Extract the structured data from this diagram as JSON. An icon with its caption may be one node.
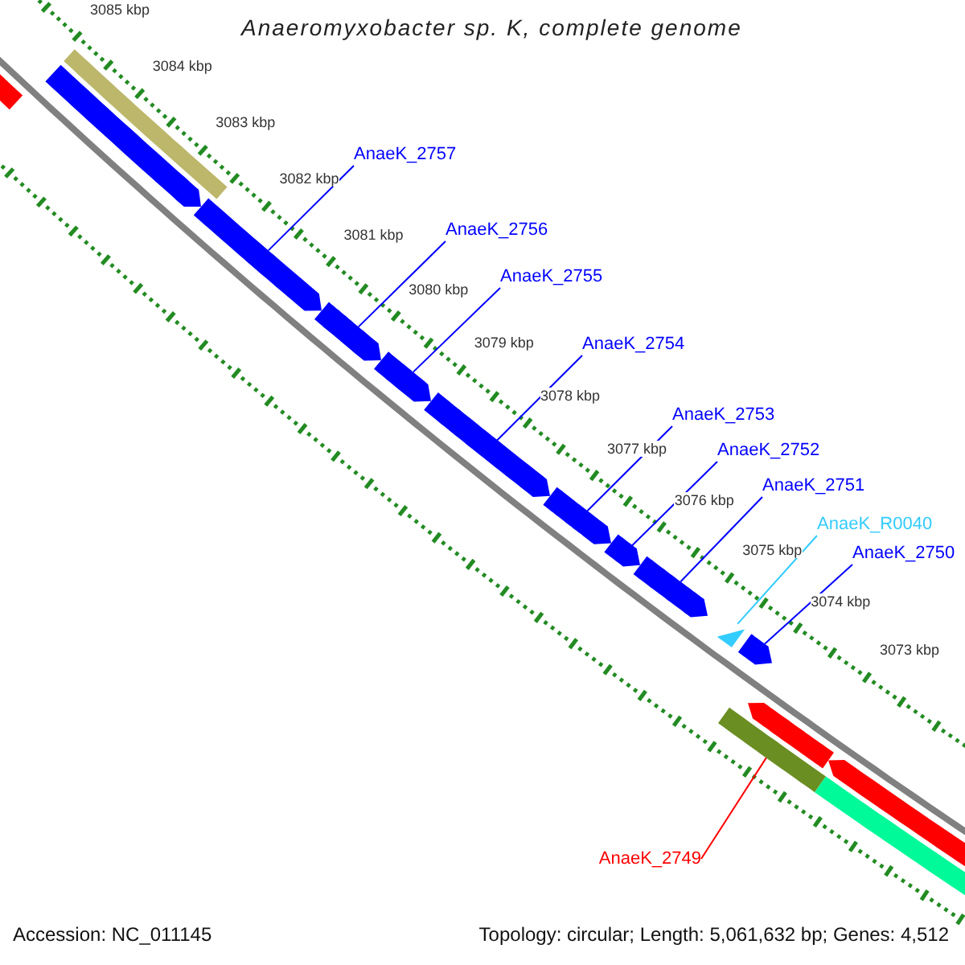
{
  "diagram": {
    "title": "Anaeromyxobacter sp. K, complete genome",
    "nodes": [
      {
        "text": [
          "AnaeK_2757"
        ]
      },
      {
        "text": [
          "AnaeK_2756"
        ]
      },
      {
        "text": [
          "AnaeK_2755"
        ]
      },
      {
        "text": [
          "AnaeK_2754"
        ]
      },
      {
        "text": [
          "AnaeK_2753"
        ]
      },
      {
        "text": [
          "AnaeK_2752"
        ]
      },
      {
        "text": [
          "AnaeK_2751"
        ]
      },
      {
        "text": [
          "AnaeK_R0040"
        ]
      },
      {
        "text": [
          "AnaeK_2750"
        ]
      },
      {
        "text": [
          "AnaeK_2749"
        ]
      },
      {
        "text": [],
        "shape": "arrow"
      },
      {
        "text": [],
        "shape": "arrow"
      },
      {
        "text": [],
        "shape": "bar"
      },
      {
        "text": [],
        "shape": "arrow"
      },
      {
        "text": [],
        "shape": "arrow"
      },
      {
        "text": [],
        "shape": "arrow"
      },
      {
        "text": [],
        "shape": "arrow"
      },
      {
        "text": [],
        "shape": "arrow"
      },
      {
        "text": [],
        "shape": "arrow"
      },
      {
        "text": [],
        "shape": "arrow"
      },
      {
        "text": [],
        "shape": "triangle"
      },
      {
        "text": [],
        "shape": "bar"
      },
      {
        "text": [],
        "shape": "arrow"
      },
      {
        "text": [],
        "shape": "arrow"
      },
      {
        "text": [],
        "shape": "bar"
      },
      {
        "text": [],
        "shape": "arrow"
      }
    ],
    "edges": [
      {
        "from": 0,
        "to": 13,
        "arrow": "none"
      },
      {
        "from": 1,
        "to": 14,
        "arrow": "none"
      },
      {
        "from": 2,
        "to": 15,
        "arrow": "none"
      },
      {
        "from": 3,
        "to": 16,
        "arrow": "none"
      },
      {
        "from": 4,
        "to": 17,
        "arrow": "none"
      },
      {
        "from": 5,
        "to": 18,
        "arrow": "none"
      },
      {
        "from": 6,
        "to": 19,
        "arrow": "none"
      },
      {
        "from": 7,
        "to": 20,
        "arrow": "none",
        "color": "#33ccff"
      },
      {
        "from": 8,
        "to": 22,
        "arrow": "none"
      },
      {
        "from": 9,
        "to": 21,
        "arrow": "none",
        "color": "#ff0000"
      }
    ],
    "labels": [
      "3085 kbp",
      "3084 kbp",
      "3083 kbp",
      "3082 kbp",
      "3081 kbp",
      "3080 kbp",
      "3079 kbp",
      "3078 kbp",
      "3077 kbp",
      "3076 kbp",
      "3075 kbp",
      "3074 kbp",
      "3073 kbp",
      "Accession: NC_011145",
      "Topology: circular; Length: 5,061,632 bp; Genes: 4,512"
    ]
  }
}
